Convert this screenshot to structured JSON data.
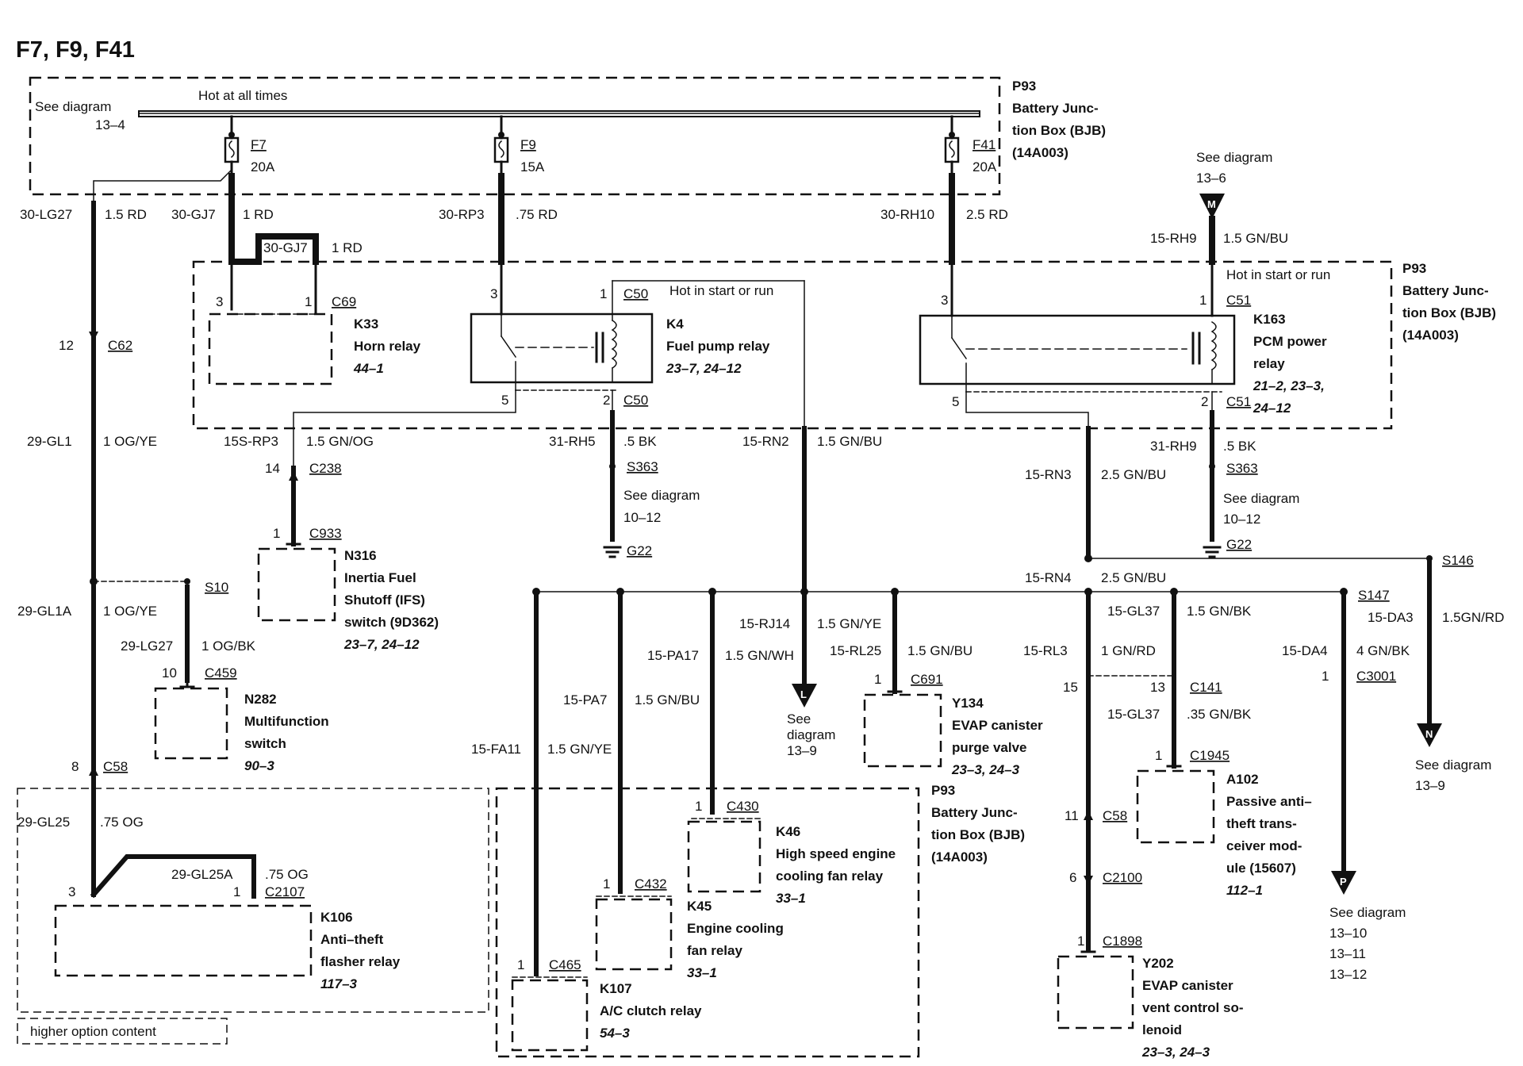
{
  "title": "F7, F9, F41",
  "bjb": {
    "top": {
      "ref": "P93",
      "name1": "Battery Junc-",
      "name2": "tion Box (BJB)",
      "part": "(14A003)"
    },
    "mid": {
      "ref": "P93",
      "name1": "Battery Junc-",
      "name2": "tion Box (BJB)",
      "part": "(14A003)"
    },
    "bot": {
      "ref": "P93",
      "name1": "Battery Junc-",
      "name2": "tion Box (BJB)",
      "part": "(14A003)"
    }
  },
  "bus": {
    "hot_label": "Hot at all times",
    "see1": "See diagram",
    "see2": "13–4"
  },
  "fuses": [
    {
      "name": "F7",
      "rating": "20A"
    },
    {
      "name": "F9",
      "rating": "15A"
    },
    {
      "name": "F41",
      "rating": "20A"
    }
  ],
  "circuits": {
    "c30lg27": {
      "id": "30-LG27",
      "spec": "1.5 RD"
    },
    "c30gj7": {
      "id": "30-GJ7",
      "spec": "1 RD"
    },
    "c30gj7b": {
      "id": "30-GJ7",
      "spec": "1 RD"
    },
    "c30rp3": {
      "id": "30-RP3",
      "spec": ".75 RD"
    },
    "c30rh10": {
      "id": "30-RH10",
      "spec": "2.5 RD"
    },
    "c15rh9": {
      "id": "15-RH9",
      "spec": "1.5 GN/BU"
    },
    "c29gl1": {
      "id": "29-GL1",
      "spec": "1 OG/YE"
    },
    "c15srp3": {
      "id": "15S-RP3",
      "spec": "1.5 GN/OG"
    },
    "c31rh5": {
      "id": "31-RH5",
      "spec": ".5 BK"
    },
    "c15rn2": {
      "id": "15-RN2",
      "spec": "1.5 GN/BU"
    },
    "c15rn3": {
      "id": "15-RN3",
      "spec": "2.5 GN/BU"
    },
    "c31rh9": {
      "id": "31-RH9",
      "spec": ".5 BK"
    },
    "c15rn4": {
      "id": "15-RN4",
      "spec": "2.5 GN/BU"
    },
    "c29gl1a": {
      "id": "29-GL1A",
      "spec": "1 OG/YE"
    },
    "c29lg27": {
      "id": "29-LG27",
      "spec": "1 OG/BK"
    },
    "c15rj14": {
      "id": "15-RJ14",
      "spec": "1.5 GN/YE"
    },
    "c15pa17": {
      "id": "15-PA17",
      "spec": "1.5 GN/WH"
    },
    "c15rl25": {
      "id": "15-RL25",
      "spec": "1.5 GN/BU"
    },
    "c15gl37": {
      "id": "15-GL37",
      "spec": "1.5 GN/BK"
    },
    "c15da3": {
      "id": "15-DA3",
      "spec": "1.5GN/RD"
    },
    "c15rl3": {
      "id": "15-RL3",
      "spec": "1 GN/RD"
    },
    "c15da4": {
      "id": "15-DA4",
      "spec": "4 GN/BK"
    },
    "c15pa7": {
      "id": "15-PA7",
      "spec": "1.5 GN/BU"
    },
    "c15fa11": {
      "id": "15-FA11",
      "spec": "1.5 GN/YE"
    },
    "c15gl37b": {
      "id": "15-GL37",
      "spec": ".35 GN/BK"
    },
    "c29gl25": {
      "id": "29-GL25",
      "spec": ".75 OG"
    },
    "c29gl25a": {
      "id": "29-GL25A",
      "spec": ".75 OG"
    }
  },
  "connectors": {
    "c69": "C69",
    "c50a": "C50",
    "c50b": "C50",
    "c51a": "C51",
    "c51b": "C51",
    "c62": "C62",
    "c238": "C238",
    "s363a": "S363",
    "s363b": "S363",
    "c933": "C933",
    "g22a": "G22",
    "g22b": "G22",
    "s10": "S10",
    "s146": "S146",
    "s147": "S147",
    "c459": "C459",
    "c691": "C691",
    "c141": "C141",
    "c3001": "C3001",
    "c58a": "C58",
    "c58b": "C58",
    "c1945": "C1945",
    "c430": "C430",
    "c2100": "C2100",
    "c432": "C432",
    "c2107": "C2107",
    "c1898": "C1898",
    "c465": "C465"
  },
  "pins": {
    "p12": "12",
    "p3a": "3",
    "p1a": "1",
    "p3b": "3",
    "p1b": "1",
    "p5a": "5",
    "p2a": "2",
    "p3c": "3",
    "p1c": "1",
    "p5b": "5",
    "p2b": "2",
    "p14": "14",
    "p1d": "1",
    "p10": "10",
    "p8": "8",
    "p3d": "3",
    "p1e": "1",
    "p1f": "1",
    "p15": "15",
    "p13": "13",
    "p1g": "1",
    "p1h": "1",
    "p11": "11",
    "p6": "6",
    "p1i": "1",
    "p1j": "1",
    "p1k": "1"
  },
  "hot_run": {
    "a": "Hot in start or run",
    "b": "Hot in start or run"
  },
  "refs": {
    "m": {
      "letter": "M",
      "l1": "See diagram",
      "l2": "13–6"
    },
    "g22a": {
      "l1": "See diagram",
      "l2": "10–12"
    },
    "g22b": {
      "l1": "See diagram",
      "l2": "10–12"
    },
    "l": {
      "letter": "L",
      "l1": "See",
      "l2": "diagram",
      "l3": "13–9"
    },
    "n": {
      "letter": "N",
      "l1": "See diagram",
      "l2": "13–9"
    },
    "p": {
      "letter": "P",
      "l1": "See diagram",
      "l2": "13–10",
      "l3": "13–11",
      "l4": "13–12"
    }
  },
  "components": {
    "k33": {
      "ref": "K33",
      "l1": "Horn relay",
      "page": "44–1"
    },
    "k4": {
      "ref": "K4",
      "l1": "Fuel pump relay",
      "page": "23–7, 24–12"
    },
    "k163": {
      "ref": "K163",
      "l1": "PCM power",
      "l2": "relay",
      "page1": "21–2, 23–3,",
      "page2": "24–12"
    },
    "n316": {
      "ref": "N316",
      "l1": "Inertia Fuel",
      "l2": "Shutoff (IFS)",
      "l3": "switch (9D362)",
      "page": "23–7, 24–12"
    },
    "n282": {
      "ref": "N282",
      "l1": "Multifunction",
      "l2": "switch",
      "page": "90–3"
    },
    "y134": {
      "ref": "Y134",
      "l1": "EVAP canister",
      "l2": "purge valve",
      "page": "23–3, 24–3"
    },
    "a102": {
      "ref": "A102",
      "l1": "Passive anti–",
      "l2": "theft trans-",
      "l3": "ceiver mod-",
      "l4": "ule (15607)",
      "page": "112–1"
    },
    "k46": {
      "ref": "K46",
      "l1": "High speed engine",
      "l2": "cooling fan relay",
      "page": "33–1"
    },
    "k45": {
      "ref": "K45",
      "l1": "Engine cooling",
      "l2": "fan relay",
      "page": "33–1"
    },
    "k107": {
      "ref": "K107",
      "l1": "A/C clutch relay",
      "page": "54–3"
    },
    "k106": {
      "ref": "K106",
      "l1": "Anti–theft",
      "l2": "flasher relay",
      "page": "117–3"
    },
    "y202": {
      "ref": "Y202",
      "l1": "EVAP canister",
      "l2": "vent control so-",
      "l3": "lenoid",
      "page": "23–3, 24–3"
    }
  },
  "legend": {
    "higher_option": "higher option content"
  }
}
